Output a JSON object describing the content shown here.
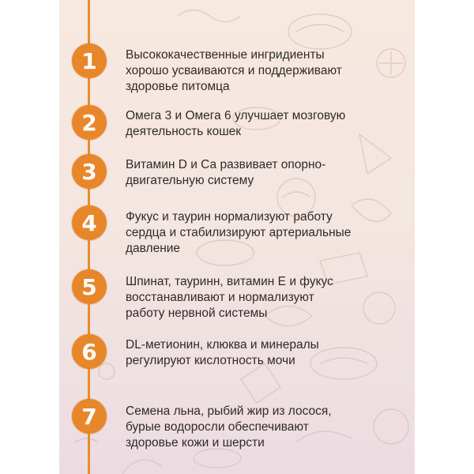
{
  "steps": [
    {
      "number": "1",
      "text": "Высококачественные ингридиенты\nхорошо усваиваются и поддерживают\nздоровье питомца"
    },
    {
      "number": "2",
      "text": "Омега 3 и Омега 6 улучшает мозговую\nдеятельность кошек"
    },
    {
      "number": "3",
      "text": "Витамин D и Са развивает опорно-\nдвигательную систему"
    },
    {
      "number": "4",
      "text": "Фукус и таурин нормализуют работу\nсердца и стабилизируют артериальные\nдавление"
    },
    {
      "number": "5",
      "text": "Шпинат, тауринн, витамин Е и фукус\nвосстанавливают и нормализуют\nработу нервной системы"
    },
    {
      "number": "6",
      "text": "DL-метионин, клюква и минералы\nрегулируют кислотность мочи"
    },
    {
      "number": "7",
      "text": "Семена льна, рыбий жир из лосося,\nбурые водоросли  обеспечивают\nздоровье кожи и шерсти"
    }
  ],
  "colors": {
    "accent": "#e8862a",
    "text": "#2e2b2b",
    "background_top": "#f7e9df",
    "background_bottom": "#ecdce2"
  },
  "icons": [
    "food-doodle-pattern"
  ]
}
